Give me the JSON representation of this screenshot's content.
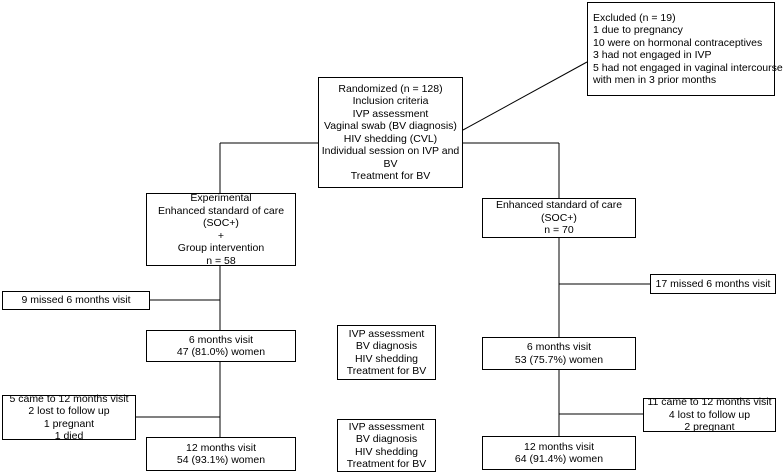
{
  "excluded": {
    "lines": [
      "Excluded (n = 19)",
      "1 due to pregnancy",
      "10 were on hormonal contraceptives",
      "3 had not engaged in IVP",
      "5 had not engaged in vaginal intercourse",
      "with men in 3 prior months"
    ]
  },
  "randomized": {
    "lines": [
      "Randomized (n = 128)",
      "Inclusion criteria",
      "IVP assessment",
      "Vaginal swab (BV diagnosis)",
      "HIV shedding (CVL)",
      "Individual session on IVP and",
      "BV",
      "Treatment for BV"
    ]
  },
  "experimental": {
    "lines": [
      "Experimental",
      "Enhanced standard of care",
      "(SOC+)",
      "+",
      "Group intervention",
      "n = 58"
    ]
  },
  "enhanced": {
    "lines": [
      "Enhanced standard of care",
      "(SOC+)",
      "n = 70"
    ]
  },
  "left_missed": {
    "lines": [
      "9 missed 6 months visit"
    ]
  },
  "right_missed": {
    "lines": [
      "17 missed 6 months visit"
    ]
  },
  "left_6m": {
    "lines": [
      "6 months visit",
      "47 (81.0%) women"
    ]
  },
  "right_6m": {
    "lines": [
      "6 months visit",
      "53 (75.7%) women"
    ]
  },
  "middle_6m": {
    "lines": [
      "IVP assessment",
      "BV diagnosis",
      "HIV shedding",
      "Treatment for BV"
    ]
  },
  "left_12m_note": {
    "lines": [
      "5 came to 12 months visit",
      "2 lost to follow up",
      "1 pregnant",
      "1 died"
    ]
  },
  "right_12m_note": {
    "lines": [
      "11 came to 12 months visit",
      "4 lost to follow up",
      "2 pregnant"
    ]
  },
  "left_12m": {
    "lines": [
      "12 months visit",
      "54 (93.1%) women"
    ]
  },
  "right_12m": {
    "lines": [
      "12 months visit",
      "64 (91.4%) women"
    ]
  },
  "middle_12m": {
    "lines": [
      "IVP assessment",
      "BV diagnosis",
      "HIV shedding",
      "Treatment for BV"
    ]
  }
}
